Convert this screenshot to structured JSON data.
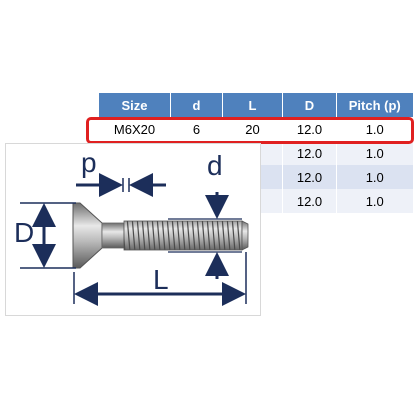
{
  "table": {
    "headers": [
      "Size",
      "d",
      "L",
      "D",
      "Pitch (p)"
    ],
    "rows": [
      [
        "M6X20",
        "6",
        "20",
        "12.0",
        "1.0"
      ],
      [
        "",
        "",
        "",
        "12.0",
        "1.0"
      ],
      [
        "",
        "",
        "",
        "12.0",
        "1.0"
      ],
      [
        "",
        "",
        "",
        "12.0",
        "1.0"
      ]
    ]
  },
  "diagram": {
    "label_p": "p",
    "label_d": "d",
    "label_D": "D",
    "label_L": "L"
  },
  "colors": {
    "header_bg": "#4f81bd",
    "row_band": "#dbe2f1",
    "highlight": "#e02020",
    "dimension_ink": "#1c2e5a"
  }
}
